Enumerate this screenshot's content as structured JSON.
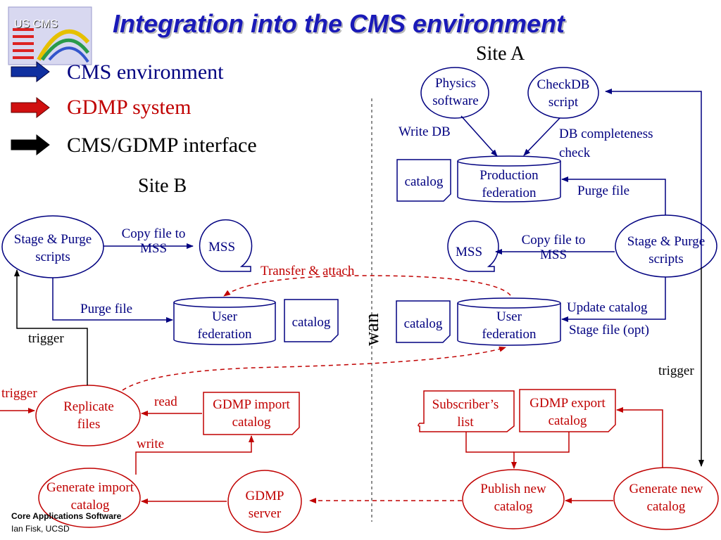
{
  "title": "Integration into the CMS environment",
  "logo_text": "US CMS",
  "legend": [
    {
      "label": "CMS environment",
      "color": "#000080"
    },
    {
      "label": "GDMP system",
      "color": "#c00000"
    },
    {
      "label": "CMS/GDMP interface",
      "color": "#000000"
    }
  ],
  "site_a": "Site A",
  "site_b": "Site B",
  "wan": "wan",
  "nodes": {
    "a_physics": "Physics software",
    "a_checkdb": "CheckDB script",
    "a_production": "Production federation",
    "a_catalog1": "catalog",
    "a_mss": "MSS",
    "a_stage_purge": "Stage & Purge scripts",
    "a_user_fed": "User federation",
    "a_catalog2": "catalog",
    "a_subscribers": "Subscriber’s list",
    "a_export": "GDMP export catalog",
    "a_publish": "Publish new catalog",
    "a_generate": "Generate new catalog",
    "gdmp_server": "GDMP server",
    "b_stage_purge": "Stage & Purge scripts",
    "b_mss": "MSS",
    "b_user_fed": "User federation",
    "b_catalog": "catalog",
    "b_replicate": "Replicate files",
    "b_import": "GDMP import catalog",
    "b_generate": "Generate import catalog"
  },
  "edge_labels": {
    "write_db": "Write DB",
    "db_completeness": "DB completeness check",
    "purge_file_a": "Purge file",
    "copy_mss_a": "Copy file to MSS",
    "update_catalog": "Update catalog",
    "stage_file_opt": "Stage file (opt)",
    "trigger_a": "trigger",
    "copy_mss_b": "Copy file to MSS",
    "transfer_attach": "Transfer & attach",
    "purge_file_b": "Purge file",
    "trigger_b": "trigger",
    "trigger_left": "trigger",
    "read": "read",
    "write": "write"
  },
  "footer": {
    "line1": "Core Applications Software",
    "line2": "Ian Fisk, UCSD"
  }
}
